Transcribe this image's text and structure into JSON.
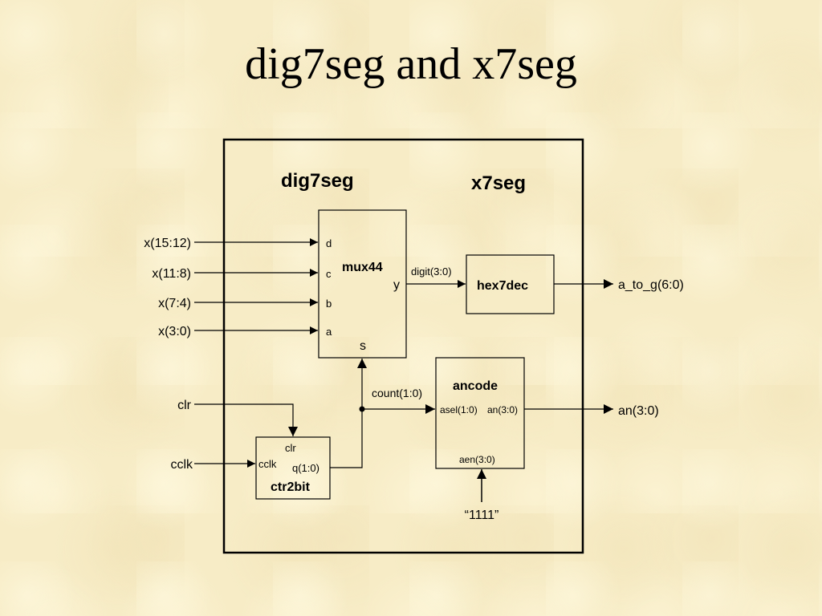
{
  "title": "dig7seg and x7seg",
  "diagram": {
    "outer_labels": {
      "dig7seg": "dig7seg",
      "x7seg": "x7seg"
    },
    "inputs": {
      "x15_12": "x(15:12)",
      "x11_8": "x(11:8)",
      "x7_4": "x(7:4)",
      "x3_0": "x(3:0)",
      "clr": "clr",
      "cclk": "cclk",
      "const": "“1111”"
    },
    "outputs": {
      "a_to_g": "a_to_g(6:0)",
      "an": "an(3:0)"
    },
    "mux44": {
      "name": "mux44",
      "ports": {
        "d": "d",
        "c": "c",
        "b": "b",
        "a": "a",
        "y": "y",
        "s": "s"
      }
    },
    "hex7dec": {
      "name": "hex7dec"
    },
    "ancode": {
      "name": "ancode",
      "ports": {
        "asel": "asel(1:0)",
        "an": "an(3:0)",
        "aen": "aen(3:0)"
      }
    },
    "ctr2bit": {
      "name": "ctr2bit",
      "ports": {
        "clr": "clr",
        "cclk": "cclk",
        "q": "q(1:0)"
      }
    },
    "signals": {
      "digit": "digit(3:0)",
      "count": "count(1:0)"
    }
  }
}
